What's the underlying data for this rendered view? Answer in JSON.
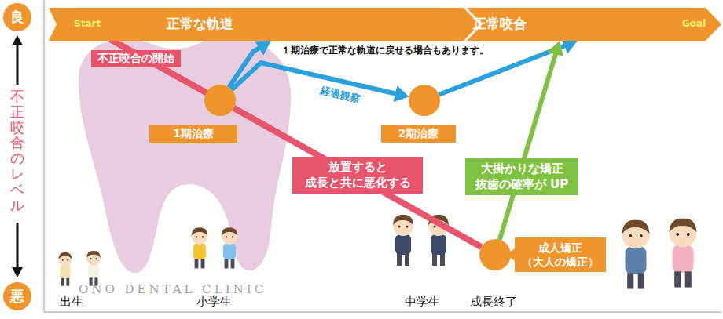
{
  "diagram": {
    "nodes": [
      {
        "text": [
          "良"
        ]
      },
      {
        "text": [
          "Start",
          "正常な軌道",
          "正常咬合",
          "Goal"
        ]
      },
      {
        "text": [
          "不正咬合の開始"
        ]
      },
      {
        "text": [
          "1期治療"
        ]
      },
      {
        "text": [
          "2期治療"
        ]
      },
      {
        "text": [
          "放置すると 成長と共に悪化する"
        ]
      },
      {
        "text": [
          "成人矯正（大人の矯正）"
        ]
      },
      {
        "text": [
          "悪"
        ]
      }
    ],
    "edges": [
      {
        "from": 3,
        "to": 1,
        "arrow": "to",
        "label": "１期治療で正常な軌道に戻せる場合もあります。"
      },
      {
        "from": 3,
        "to": 4,
        "arrow": "to",
        "label": "経過観察"
      },
      {
        "from": 4,
        "to": 1,
        "arrow": "to"
      },
      {
        "from": 3,
        "to": 6,
        "arrow": "none"
      },
      {
        "from": 6,
        "to": 1,
        "arrow": "to",
        "label": "大掛かりな矯正 抜歯の確率が UP"
      }
    ],
    "labels": [
      "不正咬合のレベル",
      "ONO DENTAL CLINIC",
      "出生",
      "小学生",
      "中学生",
      "成長終了"
    ]
  }
}
